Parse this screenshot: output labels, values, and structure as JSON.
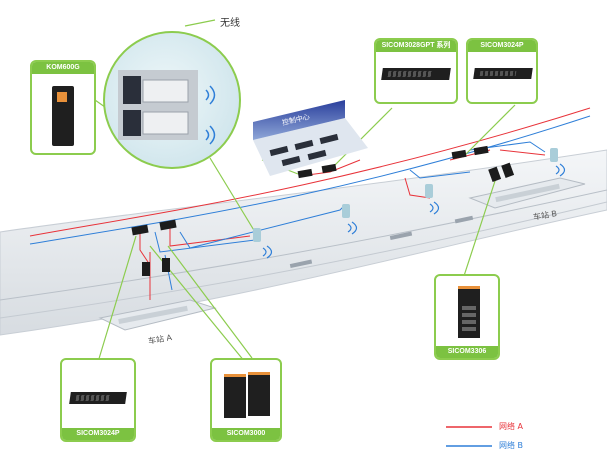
{
  "labels": {
    "wireless": "无线",
    "kom": "KOM600G",
    "control_center": "控制中心",
    "sicom3028": "SICOM3028GPT 系列",
    "sicom3024p_top": "SICOM3024P",
    "sicom3024p_bottom": "SICOM3024P",
    "sicom3000": "SICOM3000",
    "sicom3306": "SICOM3306",
    "station_a": "车站 A",
    "station_b": "车站 B"
  },
  "legend": {
    "network_a": "网络 A",
    "network_b": "网络 B"
  },
  "colors": {
    "network_a": "#e8333a",
    "network_b": "#2f7fd8",
    "accent_green": "#7cc241"
  }
}
